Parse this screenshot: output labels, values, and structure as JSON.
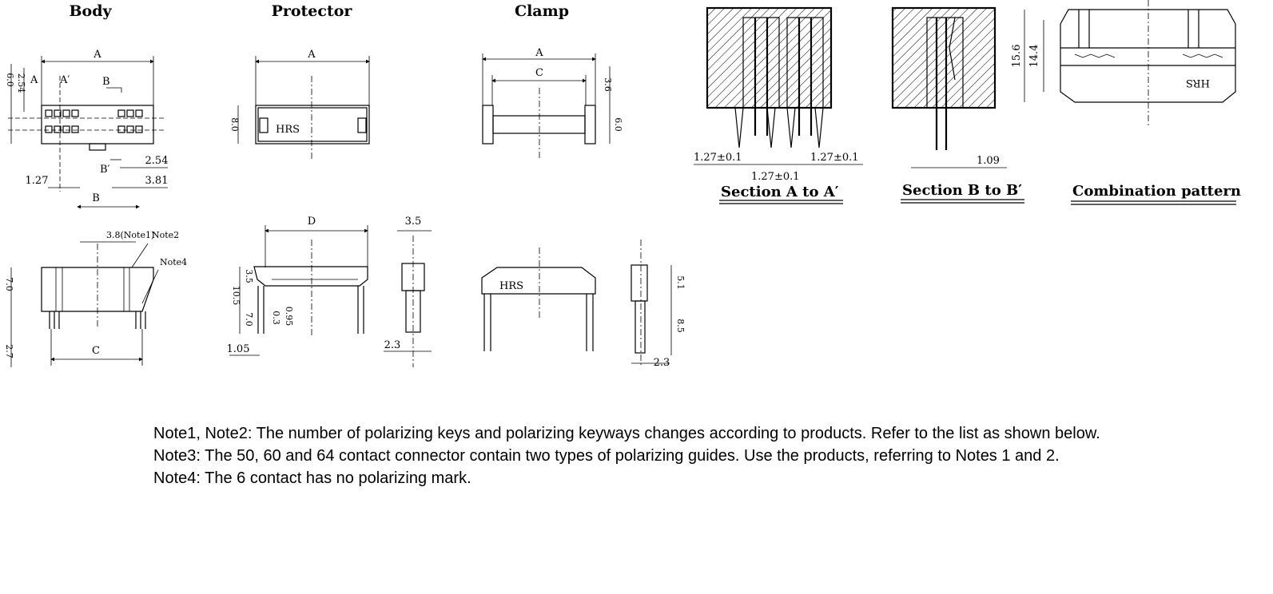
{
  "views": {
    "body": {
      "title": "Body"
    },
    "protector": {
      "title": "Protector"
    },
    "clamp": {
      "title": "Clamp"
    },
    "section_a": {
      "title": "Section A to A′"
    },
    "section_b": {
      "title": "Section B to B′"
    },
    "combination": {
      "title": "Combination pattern"
    }
  },
  "labels": {
    "A": "A",
    "A_prime": "A′",
    "B": "B",
    "B_prime": "B′",
    "C": "C",
    "D": "D",
    "note1": "3.8(Note1)",
    "note2": "Note2",
    "note4": "Note4",
    "hrs": "HRS"
  },
  "dimensions": {
    "d_6_0": "6.0",
    "d_2_54": "2.54",
    "d_1_27": "1.27",
    "d_3_81": "3.81",
    "d_3_6": "3.6",
    "d_8_0": "8.0",
    "d_7_0": "7.0",
    "d_2_7": "2.7",
    "d_10_5": "10.5",
    "d_3_5": "3.5",
    "d_0_3": "0.3",
    "d_0_95": "0.95",
    "d_1_05": "1.05",
    "d_2_3": "2.3",
    "d_5_1": "5.1",
    "d_8_5": "8.5",
    "d_1_27_tol": "1.27±0.1",
    "d_1_09": "1.09",
    "d_15_6": "15.6",
    "d_14_4": "14.4"
  },
  "notes": [
    "Note1, Note2: The number of polarizing keys and polarizing keyways changes according to products. Refer to the list as shown below.",
    "Note3: The 50, 60 and 64 contact connector contain two types of polarizing guides. Use the products, referring to Notes 1 and 2.",
    "Note4: The 6 contact has no polarizing mark."
  ]
}
